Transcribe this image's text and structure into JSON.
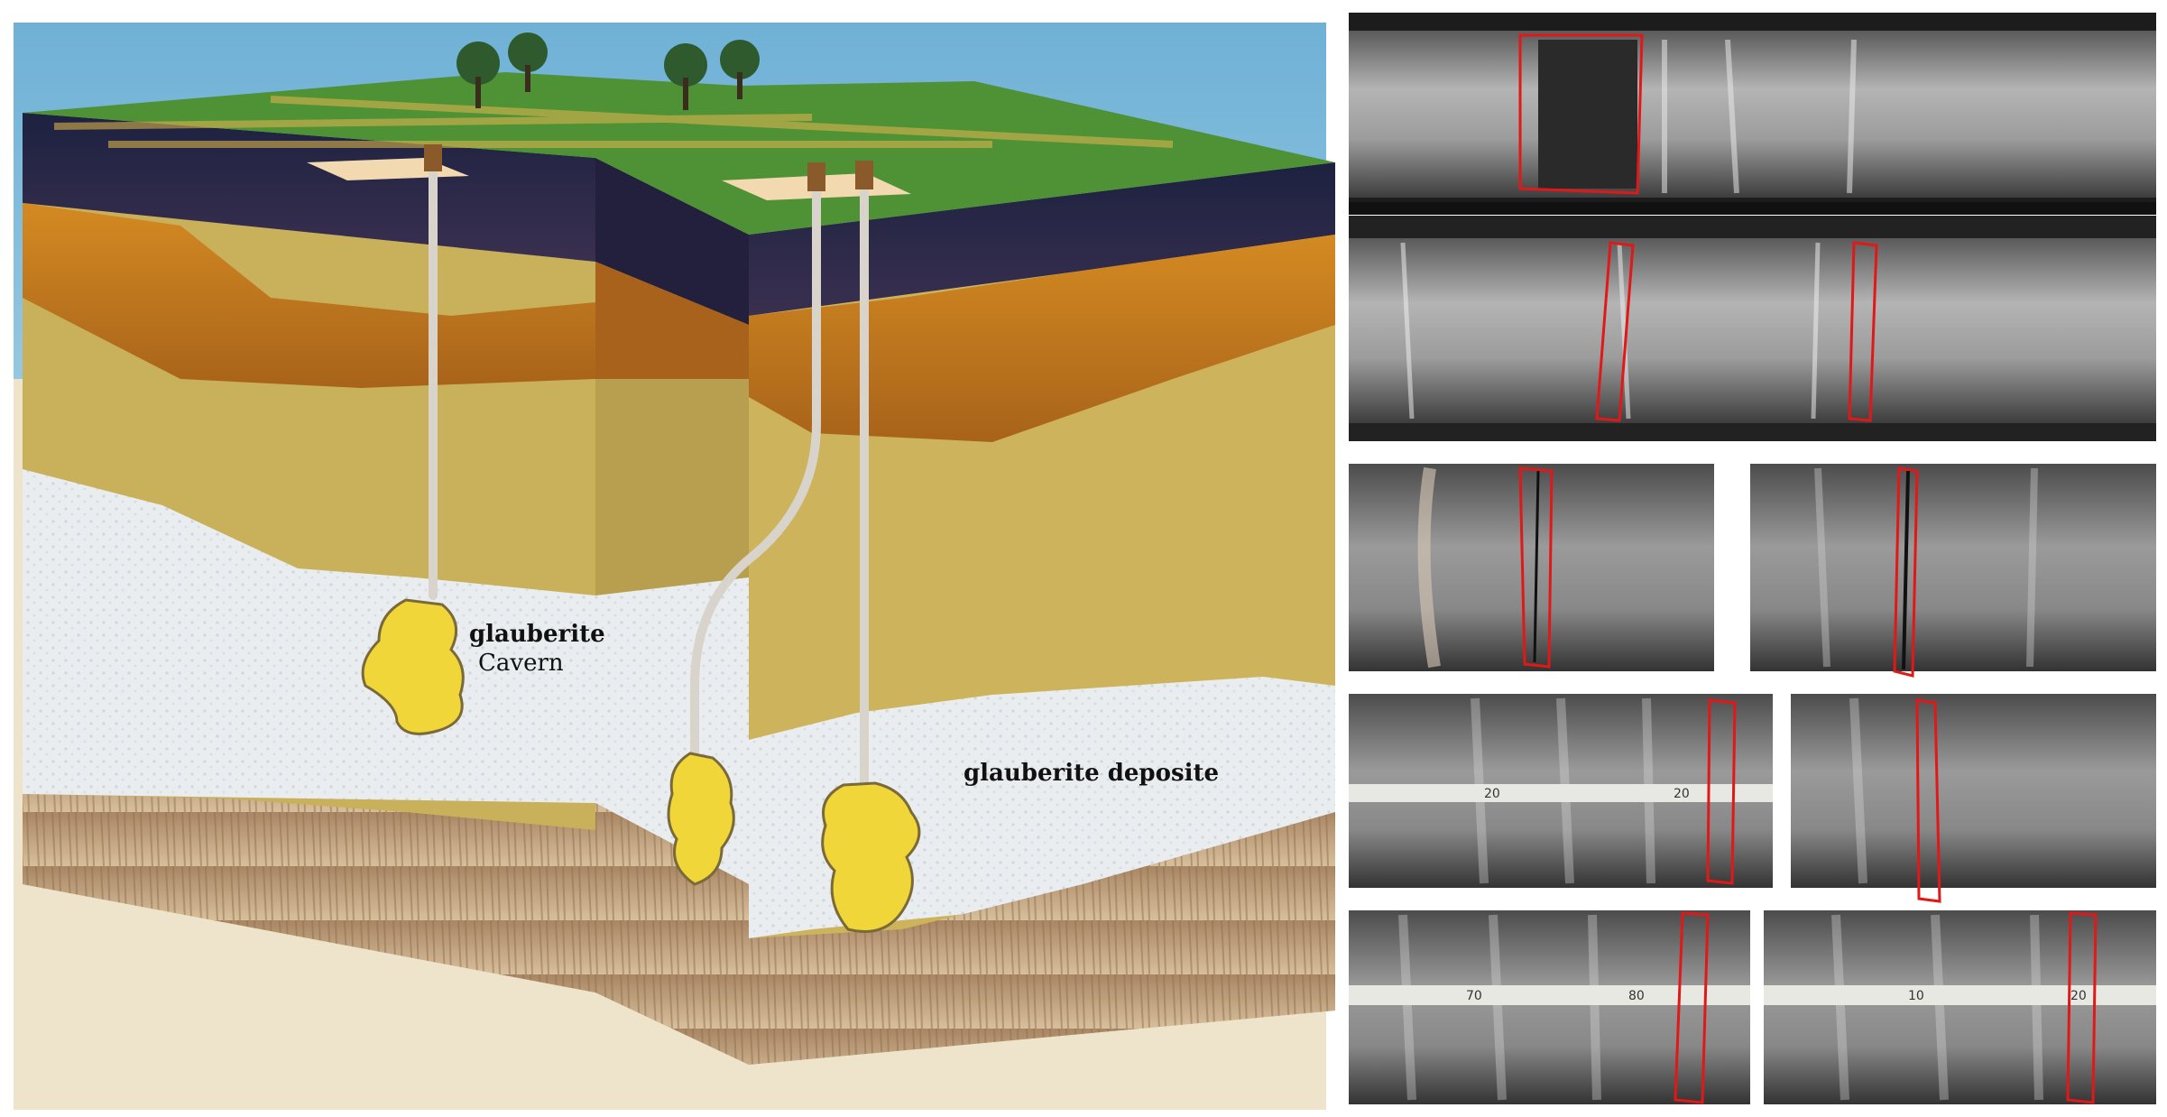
{
  "labels": {
    "cavern_line1": "glauberite",
    "cavern_line2": "Cavern",
    "deposit": "glauberite deposite"
  },
  "tape_numbers": {
    "panel_7_a": "70",
    "panel_7_b": "80",
    "panel_8_a": "10",
    "panel_8_b": "20",
    "panel_5_a": "20",
    "panel_5_b": "20"
  },
  "colors": {
    "sky_top": "#7ab6d8",
    "grass": "#5a9a3a",
    "dark_soil": "#2a2a4a",
    "orange_soil": "#c9771c",
    "sand": "#c9b05a",
    "salt": "#e8ecef",
    "brown_base": "#b89a72",
    "cavern": "#f1d63a",
    "core_outline": "#e01818"
  }
}
